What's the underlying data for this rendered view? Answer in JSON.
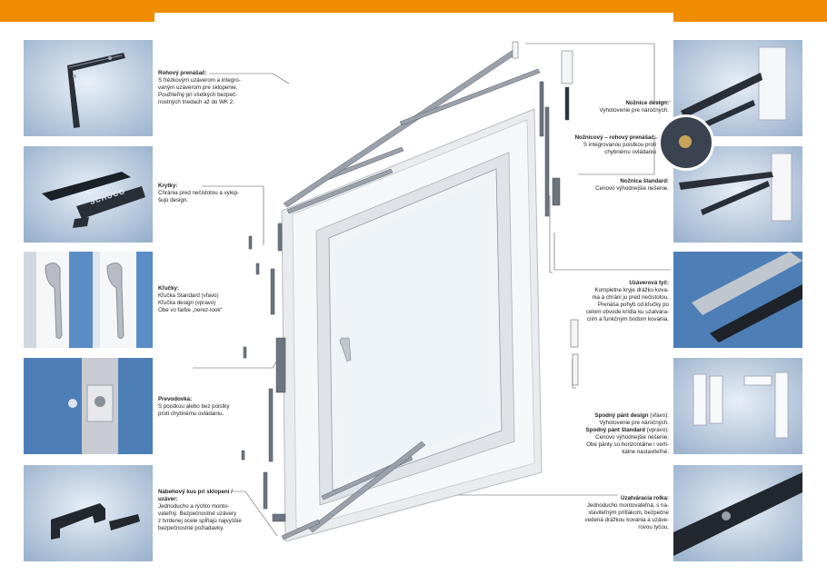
{
  "colors": {
    "accent": "#f08c00",
    "photo_blue": "#4d7fb6"
  },
  "logo": {
    "text": "SCHÜCO"
  },
  "labels": {
    "rohovy": {
      "title": "Rohový prenášač:",
      "text": "S frézkovým uzáverom a integro-\nvaným uzáverom pre sklopenie.\nPoužiteľný pri všetkých bezpeč-\nnostných triedach až do WK 2."
    },
    "krytky": {
      "title": "Krytky:",
      "text": "Chránia pred nečistotou a vylep-\nšujú design."
    },
    "klucky": {
      "title": "Kľučky:",
      "text": "Kľučka Standard (vľavo)\nKľučka design (vpravo)\nObe vo farbe „nerez-look“"
    },
    "prevodovka": {
      "title": "Prevodovka:",
      "text": "S poistkou alebo bez poistky\nproti chybnému ovládaniu."
    },
    "nabehovy": {
      "title": "Nábehový kus pri sklopení /\nuzáver:",
      "text": "Jednoducho a rýchlo monto-\nvateľný. Bezpečnostné uzávery\nz tvrdenej ocele spĺňajú najvyššie\nbezpečnostné požiadavky."
    },
    "noznice_design": {
      "title": "Nožnice design:",
      "text": "Vyhotovenie pre náročných."
    },
    "noznicovy": {
      "title": "Nožnicový – rohový prenášač:",
      "text": "S integrovanou poistkou proti\nchybnému ovládaniu"
    },
    "noznica_standard": {
      "title": "Nožnica štandard:",
      "text": "Cenovo výhodnejšie riešenie."
    },
    "uzaverova": {
      "title": "Uzáverová tyč:",
      "text": "Kompletne kryje drážku kova-\nnia a chráni ju pred nečistotou.\nPrenáša pohyb od kľučky po\ncelom obvode krídla ku uzatvára-\nciím a funkčným bodom kovania."
    },
    "pant_design": {
      "title": "Spodný pánt design",
      "title_suffix": " (vľavo):",
      "text": "Vyhotovenie pre náročných."
    },
    "pant_standard": {
      "title": "Spodný pánt štandard",
      "title_suffix": " (vpravo):",
      "text": "Cenovo výhodnejšie riešenie.\nObe pánty sú horizontálne i verti-\nkálne nastaviteľné."
    },
    "rolka": {
      "title": "Uzatváracia rolka:",
      "text": "Jednoducho montovateľná, s na-\nstaviteľným prítlakom, bezpečne\nvedená drážkou kovania a uzáve-\nrovou tyčou."
    }
  }
}
